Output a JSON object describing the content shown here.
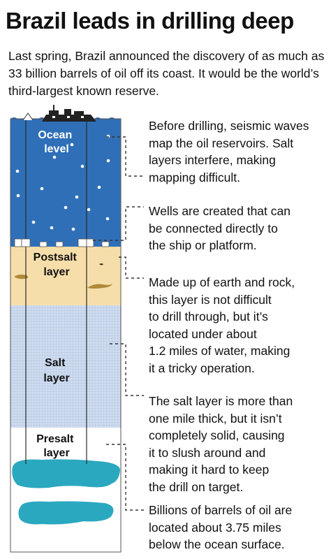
{
  "title": "Brazil leads in drilling deep",
  "intro": "Last spring, Brazil announced the discovery of as much as 33 billion barrels of oil off its coast. It would be the world’s third-largest known reserve.",
  "layers": {
    "ocean": [
      "Ocean",
      "level"
    ],
    "postsalt": [
      "Postsalt",
      "layer"
    ],
    "salt": [
      "Salt",
      "layer"
    ],
    "presalt": [
      "Presalt",
      "layer"
    ]
  },
  "descriptions": [
    [
      "Before drilling, seismic waves",
      "map the oil reservoirs. Salt",
      "layers interfere, making",
      "mapping difficult."
    ],
    [
      "Wells are created that can",
      "be connected directly to",
      "the ship or platform."
    ],
    [
      "Made up of earth and rock,",
      "this layer is not difficult",
      "to drill through, but it’s",
      "located under about",
      "1.2 miles of water, making",
      "it a tricky operation."
    ],
    [
      "The salt layer is more than",
      "one mile thick, but it isn’t",
      "completely solid, causing",
      "it to slush around and",
      "making it hard to keep",
      "the drill on target."
    ],
    [
      "Billions of barrels of oil are",
      "located about 3.75 miles",
      "below the ocean surface."
    ]
  ],
  "colors": {
    "ocean": "#2f6fb8",
    "postsalt": "#f6deaa",
    "salt": "#c9d8ee",
    "presalt": "#ffffff",
    "oil": "#2aa8bf",
    "sediment": "#b08a3a"
  }
}
